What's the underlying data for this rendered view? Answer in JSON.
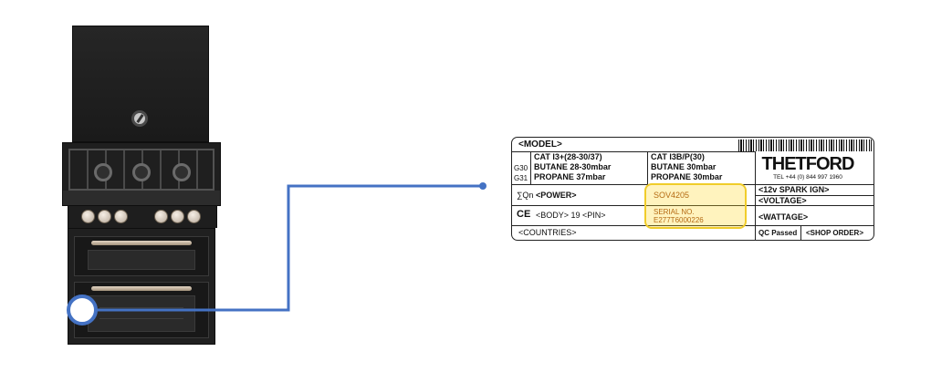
{
  "label": {
    "model": "<MODEL>",
    "cat1_line1": "CAT I3+(28-30/37)",
    "cat1_code1": "G30",
    "cat1_line2": "BUTANE 28-30mbar",
    "cat1_code2": "G31",
    "cat1_line3": "PROPANE 37mbar",
    "cat2_line1": "CAT I3B/P(30)",
    "cat2_line2": "BUTANE 30mbar",
    "cat2_line3": "PROPANE 30mbar",
    "brand": "THETFORD",
    "brand_tel": "TEL +44 (0) 844 997 1960",
    "power_symbol": "∑Qn",
    "power": "<POWER>",
    "ce": "CE",
    "body_pin": "<BODY> 19 <PIN>",
    "countries": "<COUNTRIES>",
    "sov": "SOV4205",
    "serial_label": "SERIAL NO.",
    "serial_value": "E277T6000226",
    "spark": "<12v SPARK IGN>",
    "voltage": "<VOLTAGE>",
    "wattage": "<WATTAGE>",
    "qc": "QC Passed",
    "shop_order": "<SHOP ORDER>"
  },
  "colors": {
    "connector": "#4472c4",
    "highlight_border": "#f0cc2a",
    "highlight_fill": "#ffd728",
    "serial_text": "#b46a12"
  },
  "icons": {
    "barcode": "barcode-icon",
    "ce_mark": "ce-mark-icon"
  }
}
